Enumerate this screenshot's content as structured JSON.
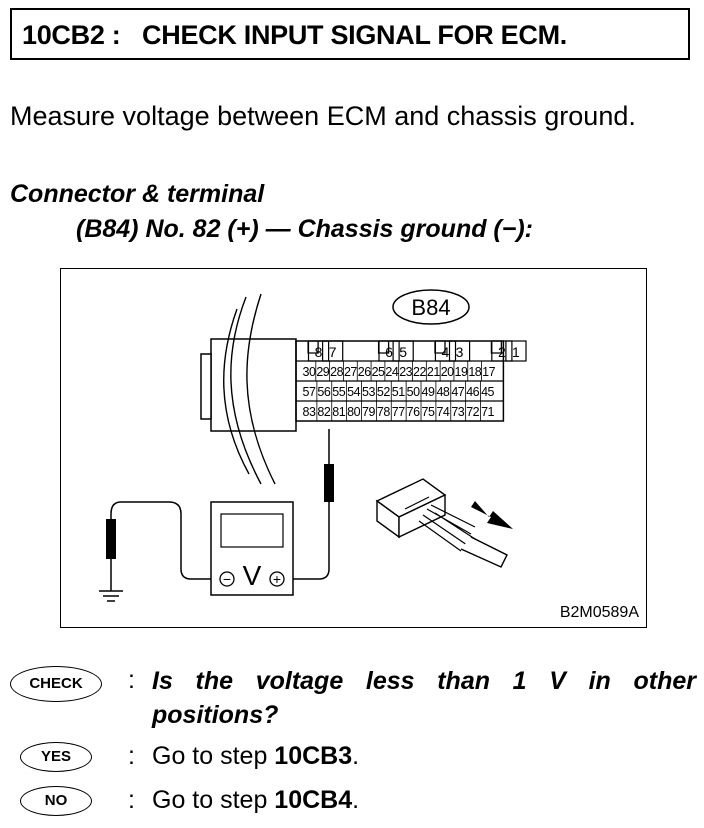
{
  "header": {
    "step_title": "10CB2 :   CHECK INPUT SIGNAL FOR ECM."
  },
  "intro": "Measure voltage between ECM and chassis ground.",
  "connector": {
    "heading": "Connector & terminal",
    "spec": "(B84) No. 82 (+) — Chassis ground (−):"
  },
  "figure": {
    "connector_label": "B84",
    "top_row": [
      "8",
      "7",
      "6",
      "5",
      "4",
      "3",
      "2",
      "1"
    ],
    "row2": [
      "30",
      "29",
      "28",
      "27",
      "26",
      "25",
      "24",
      "23",
      "22",
      "21",
      "20",
      "19",
      "18",
      "17"
    ],
    "row3": [
      "57",
      "56",
      "55",
      "54",
      "53",
      "52",
      "51",
      "50",
      "49",
      "48",
      "47",
      "46",
      "45"
    ],
    "row4": [
      "83",
      "82",
      "81",
      "80",
      "79",
      "78",
      "77",
      "76",
      "75",
      "74",
      "73",
      "72",
      "71"
    ],
    "meter_symbol": "V",
    "meter_minus": "−",
    "meter_plus": "+",
    "figure_code": "B2M0589A"
  },
  "decision": {
    "check_badge": "CHECK",
    "question": "Is the voltage less than 1 V in other positions?",
    "yes_badge": "YES",
    "yes_prefix": "Go to step ",
    "yes_step": "10CB3",
    "no_badge": "NO",
    "no_prefix": "Go to step ",
    "no_step": "10CB4",
    "colon": ":",
    "period": "."
  }
}
